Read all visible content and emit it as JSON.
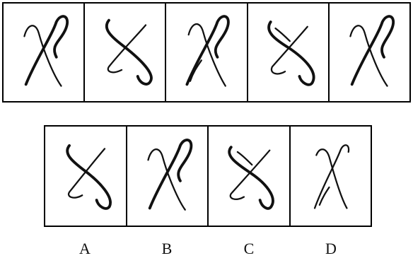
{
  "question_figures": [
    {
      "icon": "crossed-loop-upright"
    },
    {
      "icon": "crossed-loop-tilted"
    },
    {
      "icon": "crossed-loop-upright"
    },
    {
      "icon": "crossed-loop-tilted"
    },
    {
      "icon": "crossed-loop-upright"
    }
  ],
  "answer_options": [
    {
      "label": "A",
      "icon": "crossed-loop-tilted"
    },
    {
      "label": "B",
      "icon": "crossed-loop-upright"
    },
    {
      "label": "C",
      "icon": "crossed-loop-tilted"
    },
    {
      "label": "D",
      "icon": "crossed-loop-upright"
    }
  ]
}
